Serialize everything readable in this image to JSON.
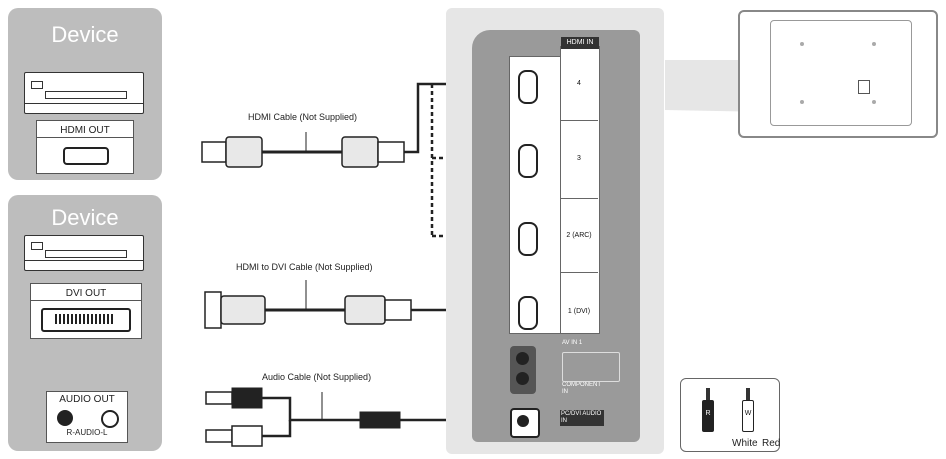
{
  "devices": [
    {
      "title": "Device",
      "port_label": "HDMI OUT"
    },
    {
      "title": "Device",
      "dvi_label": "DVI OUT",
      "audio_label": "AUDIO OUT",
      "audio_sub": "R-AUDIO-L"
    }
  ],
  "cables": {
    "hdmi": "HDMI Cable (Not Supplied)",
    "hdmi_dvi": "HDMI to DVI Cable (Not Supplied)",
    "audio": "Audio Cable (Not Supplied)"
  },
  "tv_panel": {
    "header": "HDMI IN",
    "ports": [
      "4",
      "3",
      "2 (ARC)",
      "1 (DVI)"
    ],
    "av_in": "AV IN 1",
    "component": "COMPONENT IN",
    "pc_audio": "PC/DVI AUDIO IN"
  },
  "legend": {
    "white": "White",
    "red": "Red",
    "plug_letters": [
      "R",
      "W"
    ]
  },
  "colors": {
    "panel_gray": "#9a9a9a",
    "device_gray": "#bdbdbd"
  }
}
